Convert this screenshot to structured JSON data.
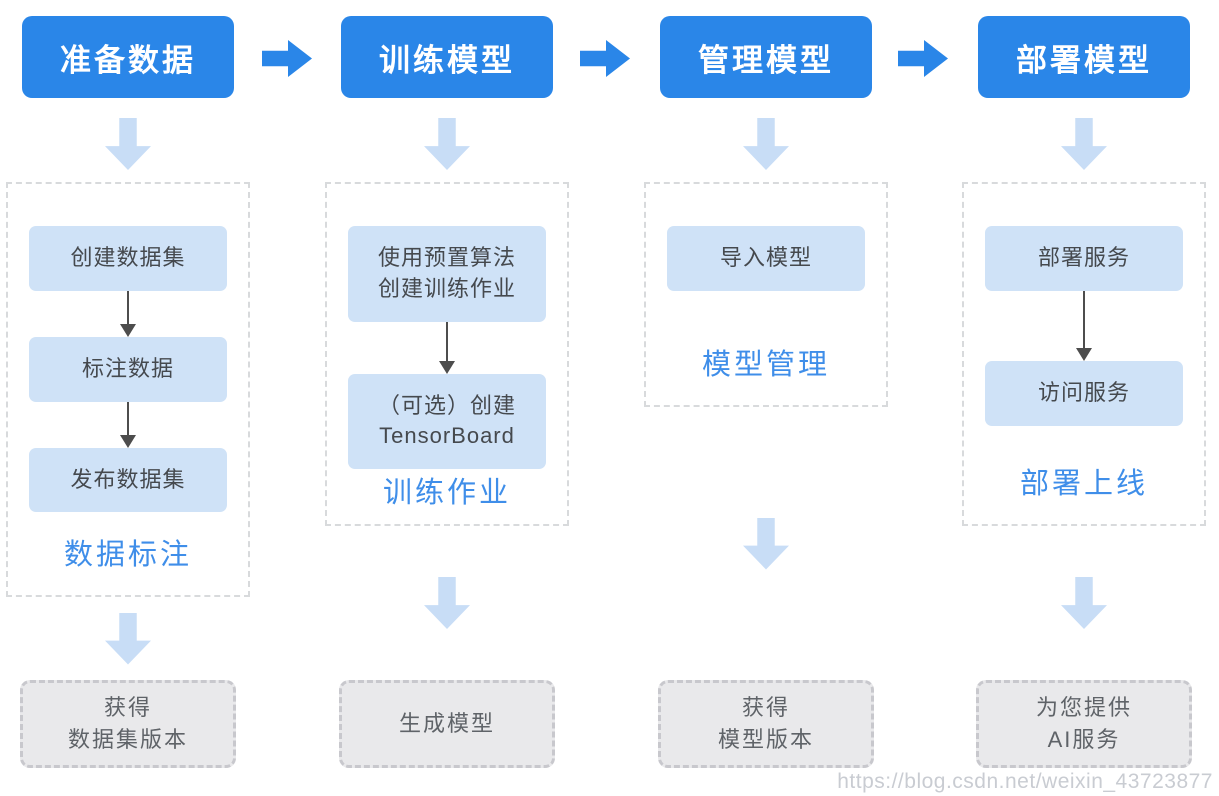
{
  "title": "ModelArts AI development workflow diagram",
  "watermark": "https://blog.csdn.net/weixin_43723877",
  "colors": {
    "stage_blue": "#2a86e8",
    "step_box_blue": "#cfe2f7",
    "group_label_blue": "#3f8ee9",
    "soft_arrow_blue": "#c8ddf6",
    "connector_gray": "#4d4d4d",
    "result_box_bg": "#e9e9eb",
    "result_text_gray": "#5f6368"
  },
  "columns": [
    {
      "id": "prepare-data",
      "header": "准备数据",
      "has_next_arrow": true,
      "steps": [
        {
          "lines": [
            "创建数据集"
          ]
        },
        {
          "lines": [
            "标注数据"
          ]
        },
        {
          "lines": [
            "发布数据集"
          ]
        }
      ],
      "group_label": "数据标注",
      "result": {
        "lines": [
          "获得",
          "数据集版本"
        ]
      }
    },
    {
      "id": "train-model",
      "header": "训练模型",
      "has_next_arrow": true,
      "steps": [
        {
          "lines": [
            "使用预置算法",
            "创建训练作业"
          ]
        },
        {
          "lines": [
            "（可选）创建",
            "TensorBoard"
          ]
        }
      ],
      "group_label": "训练作业",
      "result": {
        "lines": [
          "生成模型"
        ]
      }
    },
    {
      "id": "manage-model",
      "header": "管理模型",
      "has_next_arrow": true,
      "steps": [
        {
          "lines": [
            "导入模型"
          ]
        }
      ],
      "group_label": "模型管理",
      "result": {
        "lines": [
          "获得",
          "模型版本"
        ]
      }
    },
    {
      "id": "deploy-model",
      "header": "部署模型",
      "has_next_arrow": false,
      "steps": [
        {
          "lines": [
            "部署服务"
          ]
        },
        {
          "lines": [
            "访问服务"
          ]
        }
      ],
      "group_label": "部署上线",
      "result": {
        "lines": [
          "为您提供",
          "AI服务"
        ]
      }
    }
  ]
}
